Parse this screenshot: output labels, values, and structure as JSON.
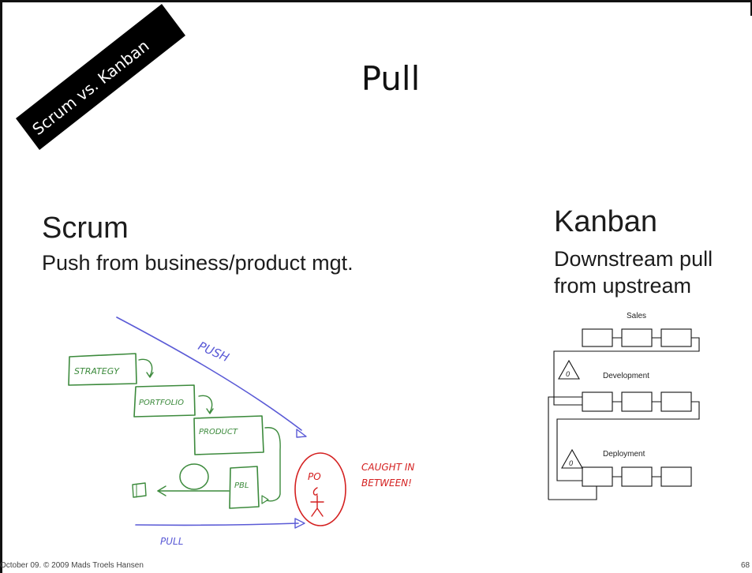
{
  "slide": {
    "banner": "Scrum vs. Kanban",
    "title": "Pull",
    "scrum": {
      "heading": "Scrum",
      "subtitle": "Push from business/product mgt."
    },
    "kanban": {
      "heading": "Kanban",
      "subtitle_line1": "Downstream pull",
      "subtitle_line2": "from upstream"
    },
    "sketch": {
      "push": "PUSH",
      "strategy": "STRATEGY",
      "portfolio": "PORTFOLIO",
      "product": "PRODUCT",
      "pbl": "PBL",
      "po": "PO",
      "caught_line1": "CAUGHT IN",
      "caught_line2": "BETWEEN!",
      "pull": "PULL"
    },
    "diagram": {
      "sales": "Sales",
      "development": "Development",
      "deployment": "Deployment",
      "buffer_symbol": "0"
    },
    "footer": {
      "left": "October 09. © 2009 Mads Troels Hansen",
      "page_number": "68"
    },
    "colors": {
      "sketch_green": "#3c8a3c",
      "sketch_blue": "#5a5ad6",
      "sketch_red": "#d42020"
    }
  }
}
